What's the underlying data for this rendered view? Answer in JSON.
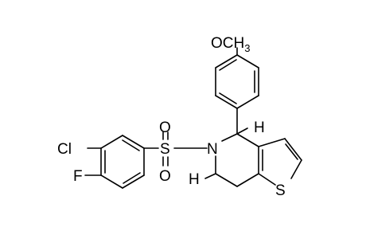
{
  "molecule": {
    "atoms": {
      "cl": "Cl",
      "f": "F",
      "s_sulfonyl": "S",
      "o_top": "O",
      "o_bottom": "O",
      "n": "N",
      "s_thiophene": "S",
      "h_c4": "H",
      "h_c6": "H",
      "methoxy": "OCH",
      "methoxy_sub": "3"
    }
  }
}
